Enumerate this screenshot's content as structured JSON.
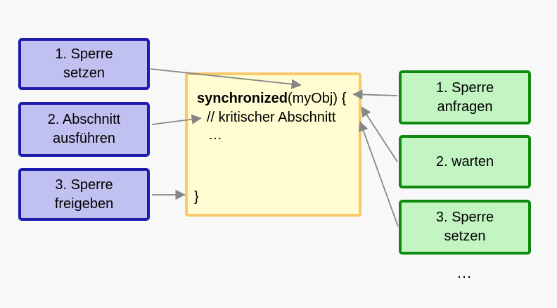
{
  "diagram": {
    "left_steps": [
      {
        "lines": [
          "1. Sperre",
          "setzen"
        ]
      },
      {
        "lines": [
          "2. Abschnitt",
          "ausführen"
        ]
      },
      {
        "lines": [
          "3. Sperre",
          "freigeben"
        ]
      }
    ],
    "right_steps": [
      {
        "lines": [
          "1. Sperre",
          "anfragen"
        ]
      },
      {
        "lines": [
          "2. warten"
        ]
      },
      {
        "lines": [
          "3. Sperre",
          "setzen"
        ]
      }
    ],
    "code": {
      "keyword": "synchronized",
      "after_keyword": "(myObj) {",
      "comment": "// kritischer Abschnitt",
      "ellipsis": "…",
      "closing_brace": "}"
    },
    "ellipsis_more": "…"
  },
  "colors": {
    "background": "#f8f8f8",
    "text": "#000000",
    "left_box_fill": "#c1c1f1",
    "left_box_border": "#1b1bac",
    "right_box_fill": "#c3f5c3",
    "right_box_border": "#0e8b0e",
    "code_box_fill": "#fffcd1",
    "code_box_border": "#f9c868",
    "arrow": "#878787"
  }
}
